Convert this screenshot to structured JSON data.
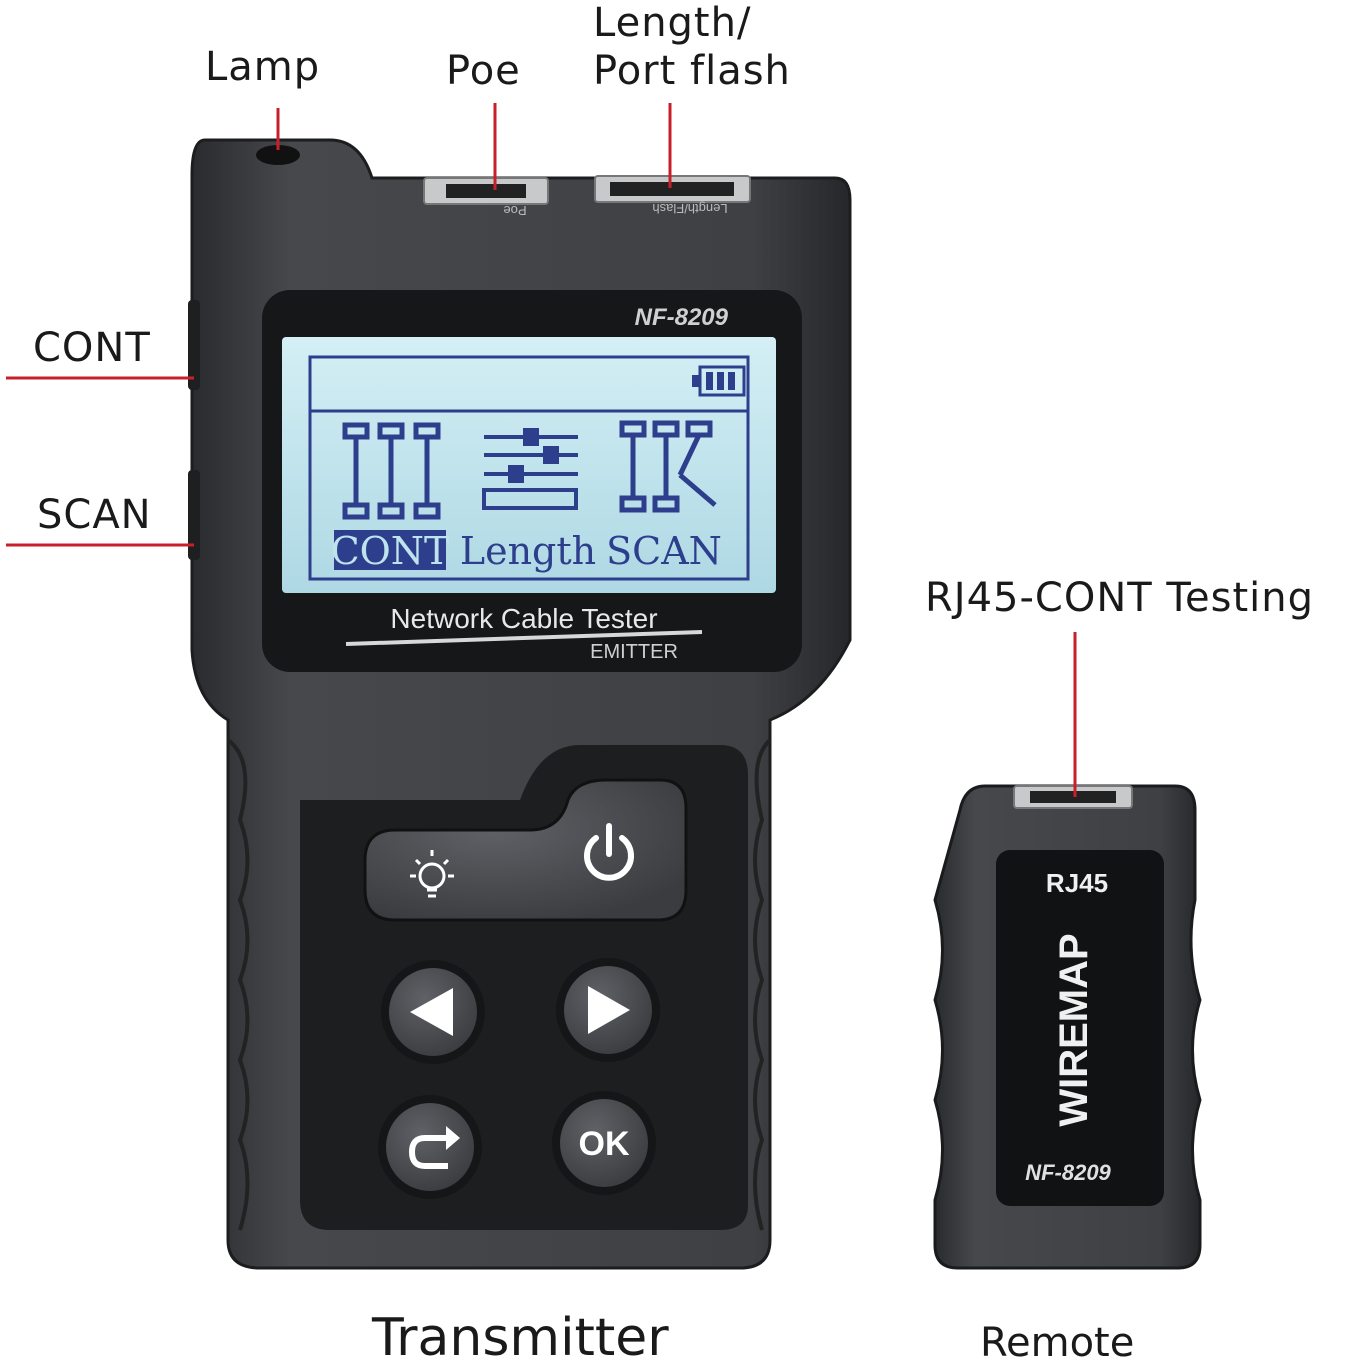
{
  "callouts": {
    "lamp": "Lamp",
    "poe": "Poe",
    "length_line1": "Length/",
    "length_line2": "Port flash",
    "cont": "CONT",
    "scan": "SCAN",
    "rj45_cont": "RJ45-CONT Testing"
  },
  "transmitter": {
    "model": "NF-8209",
    "port_poe_label": "Poe",
    "port_length_label": "Length/Flash",
    "screen_modes": [
      "CONT",
      "Length",
      "SCAN"
    ],
    "selected_mode": "CONT",
    "title": "Network Cable Tester",
    "subtitle": "EMITTER",
    "buttons": {
      "lamp": "lamp-icon",
      "power": "power-icon",
      "left": "left-arrow-icon",
      "right": "right-arrow-icon",
      "back": "return-icon",
      "ok": "OK"
    }
  },
  "remote": {
    "label_top": "RJ45",
    "label_main": "WIREMAP",
    "model": "NF-8209"
  },
  "captions": {
    "transmitter": "Transmitter",
    "remote": "Remote"
  },
  "colors": {
    "callout_line": "#c8202a",
    "device_body": "#3b3d40",
    "lcd": "#bfe3ec",
    "lcd_ink": "#2d3f8c"
  }
}
